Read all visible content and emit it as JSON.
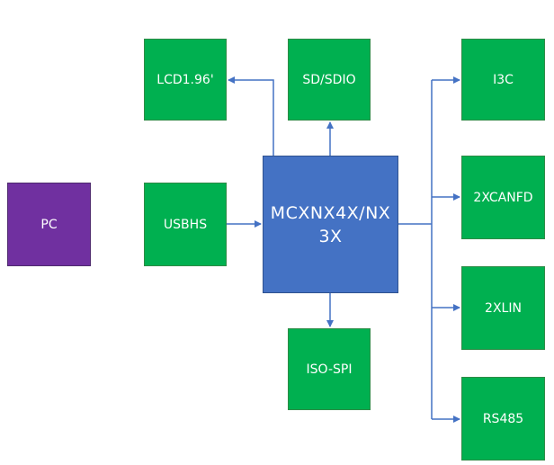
{
  "blocks": {
    "pc": "PC",
    "lcd": "LCD1.96'",
    "sdio": "SD/SDIO",
    "usbhs": "USBHS",
    "mcu": "MCXNX4X/NX3X",
    "iso_spi": "ISO-SPI",
    "i3c": "I3C",
    "can": "2XCANFD",
    "lin": "2XLIN",
    "rs485": "RS485"
  },
  "colors": {
    "peripheral": "#00b050",
    "host": "#7030a0",
    "mcu": "#4472c4",
    "connector": "#4472c4"
  }
}
